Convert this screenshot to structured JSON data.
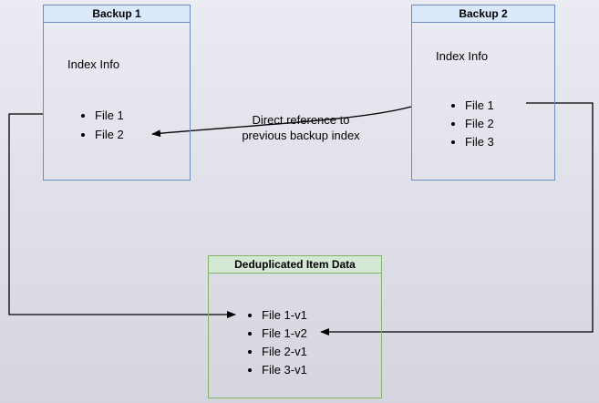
{
  "colors": {
    "background_top": "#ebebf3",
    "background_bottom": "#d5d5df",
    "blue_box_fill": "#dae8fc",
    "blue_box_border": "#6c8ebf",
    "green_box_fill": "#d5e8d4",
    "green_box_border": "#82b366",
    "line": "#000000"
  },
  "boxes": {
    "backup1": {
      "title": "Backup 1",
      "subtitle": "Index Info",
      "items": [
        "File 1",
        "File 2"
      ]
    },
    "backup2": {
      "title": "Backup 2",
      "subtitle": "Index Info",
      "items": [
        "File 1",
        "File 2",
        "File 3"
      ]
    },
    "dedup": {
      "title": "Deduplicated Item Data",
      "items": [
        "File 1-v1",
        "File 1-v2",
        "File 2-v1",
        "File 3-v1"
      ]
    }
  },
  "annotations": {
    "direct_reference": {
      "line1": "Direct reference to",
      "line2": "previous backup index"
    }
  }
}
